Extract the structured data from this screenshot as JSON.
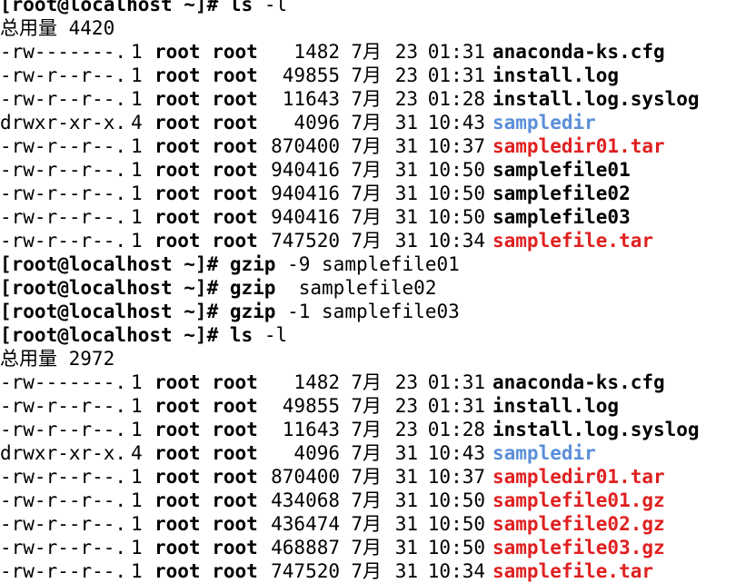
{
  "colors": {
    "directory": "#5b8fd9",
    "archive": "#e02020",
    "text": "#000000",
    "background": "#ffffff"
  },
  "session": [
    {
      "type": "prompt",
      "prompt": "[root@localhost ~]#",
      "cmd": "ls",
      "args": "-l"
    },
    {
      "type": "total",
      "text": "总用量 4420"
    },
    {
      "type": "file",
      "perm": "-rw-------.",
      "links": "1",
      "owner": "root root",
      "size": "1482",
      "month": "7月",
      "day": "23",
      "time": "01:31",
      "name": "anaconda-ks.cfg",
      "kind": "plain"
    },
    {
      "type": "file",
      "perm": "-rw-r--r--.",
      "links": "1",
      "owner": "root root",
      "size": "49855",
      "month": "7月",
      "day": "23",
      "time": "01:31",
      "name": "install.log",
      "kind": "plain"
    },
    {
      "type": "file",
      "perm": "-rw-r--r--.",
      "links": "1",
      "owner": "root root",
      "size": "11643",
      "month": "7月",
      "day": "23",
      "time": "01:28",
      "name": "install.log.syslog",
      "kind": "plain"
    },
    {
      "type": "file",
      "perm": "drwxr-xr-x.",
      "links": "4",
      "owner": "root root",
      "size": "4096",
      "month": "7月",
      "day": "31",
      "time": "10:43",
      "name": "sampledir",
      "kind": "dir"
    },
    {
      "type": "file",
      "perm": "-rw-r--r--.",
      "links": "1",
      "owner": "root root",
      "size": "870400",
      "month": "7月",
      "day": "31",
      "time": "10:37",
      "name": "sampledir01.tar",
      "kind": "archive"
    },
    {
      "type": "file",
      "perm": "-rw-r--r--.",
      "links": "1",
      "owner": "root root",
      "size": "940416",
      "month": "7月",
      "day": "31",
      "time": "10:50",
      "name": "samplefile01",
      "kind": "plain"
    },
    {
      "type": "file",
      "perm": "-rw-r--r--.",
      "links": "1",
      "owner": "root root",
      "size": "940416",
      "month": "7月",
      "day": "31",
      "time": "10:50",
      "name": "samplefile02",
      "kind": "plain"
    },
    {
      "type": "file",
      "perm": "-rw-r--r--.",
      "links": "1",
      "owner": "root root",
      "size": "940416",
      "month": "7月",
      "day": "31",
      "time": "10:50",
      "name": "samplefile03",
      "kind": "plain"
    },
    {
      "type": "file",
      "perm": "-rw-r--r--.",
      "links": "1",
      "owner": "root root",
      "size": "747520",
      "month": "7月",
      "day": "31",
      "time": "10:34",
      "name": "samplefile.tar",
      "kind": "archive"
    },
    {
      "type": "prompt",
      "prompt": "[root@localhost ~]#",
      "cmd": "gzip",
      "args": "-9 samplefile01"
    },
    {
      "type": "prompt",
      "prompt": "[root@localhost ~]#",
      "cmd": "gzip",
      "args": " samplefile02"
    },
    {
      "type": "prompt",
      "prompt": "[root@localhost ~]#",
      "cmd": "gzip",
      "args": "-1 samplefile03"
    },
    {
      "type": "prompt",
      "prompt": "[root@localhost ~]#",
      "cmd": "ls",
      "args": "-l"
    },
    {
      "type": "total",
      "text": "总用量 2972"
    },
    {
      "type": "file",
      "perm": "-rw-------.",
      "links": "1",
      "owner": "root root",
      "size": "1482",
      "month": "7月",
      "day": "23",
      "time": "01:31",
      "name": "anaconda-ks.cfg",
      "kind": "plain"
    },
    {
      "type": "file",
      "perm": "-rw-r--r--.",
      "links": "1",
      "owner": "root root",
      "size": "49855",
      "month": "7月",
      "day": "23",
      "time": "01:31",
      "name": "install.log",
      "kind": "plain"
    },
    {
      "type": "file",
      "perm": "-rw-r--r--.",
      "links": "1",
      "owner": "root root",
      "size": "11643",
      "month": "7月",
      "day": "23",
      "time": "01:28",
      "name": "install.log.syslog",
      "kind": "plain"
    },
    {
      "type": "file",
      "perm": "drwxr-xr-x.",
      "links": "4",
      "owner": "root root",
      "size": "4096",
      "month": "7月",
      "day": "31",
      "time": "10:43",
      "name": "sampledir",
      "kind": "dir"
    },
    {
      "type": "file",
      "perm": "-rw-r--r--.",
      "links": "1",
      "owner": "root root",
      "size": "870400",
      "month": "7月",
      "day": "31",
      "time": "10:37",
      "name": "sampledir01.tar",
      "kind": "archive"
    },
    {
      "type": "file",
      "perm": "-rw-r--r--.",
      "links": "1",
      "owner": "root root",
      "size": "434068",
      "month": "7月",
      "day": "31",
      "time": "10:50",
      "name": "samplefile01.gz",
      "kind": "archive"
    },
    {
      "type": "file",
      "perm": "-rw-r--r--.",
      "links": "1",
      "owner": "root root",
      "size": "436474",
      "month": "7月",
      "day": "31",
      "time": "10:50",
      "name": "samplefile02.gz",
      "kind": "archive"
    },
    {
      "type": "file",
      "perm": "-rw-r--r--.",
      "links": "1",
      "owner": "root root",
      "size": "468887",
      "month": "7月",
      "day": "31",
      "time": "10:50",
      "name": "samplefile03.gz",
      "kind": "archive"
    },
    {
      "type": "file",
      "perm": "-rw-r--r--.",
      "links": "1",
      "owner": "root root",
      "size": "747520",
      "month": "7月",
      "day": "31",
      "time": "10:34",
      "name": "samplefile.tar",
      "kind": "archive"
    }
  ]
}
